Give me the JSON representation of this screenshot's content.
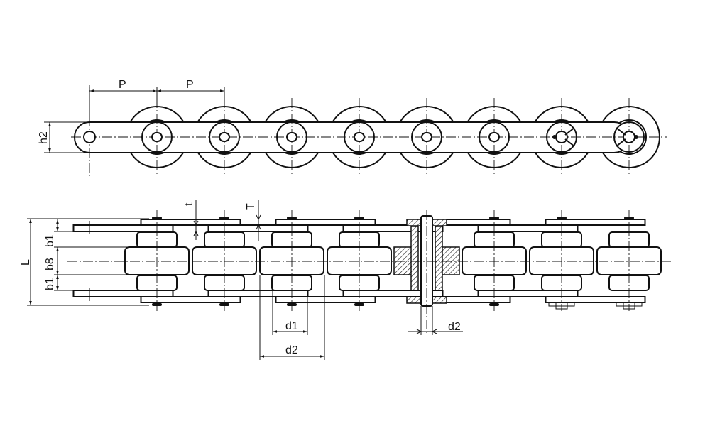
{
  "labels": {
    "pitch_1": "P",
    "pitch_2": "P",
    "plate_height": "h2",
    "overall_length": "L",
    "b1_top": "b1",
    "b8": "b8",
    "b1_bottom": "b1",
    "inner_plate_thickness": "t",
    "outer_plate_thickness": "T",
    "d1": "d1",
    "d2_roller": "d2",
    "d2_pin": "d2"
  },
  "chain": {
    "pitch_count": 8,
    "section_pin_index": 5
  }
}
